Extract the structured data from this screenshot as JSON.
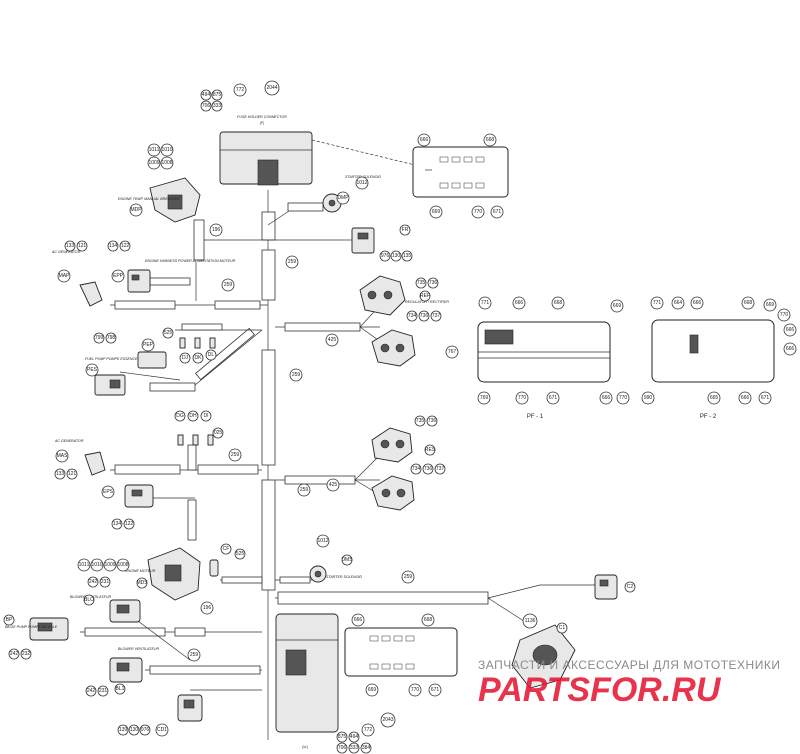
{
  "labels": {
    "fuse_holder": "FUSE HOLDER CONNECTOR",
    "fuse_holder_sub": "(F)",
    "starter_solenoid": "STARTER SOLENOID",
    "engine_temp": "ENGINE TEMP. MANUAL BREATHER",
    "engine_harness": "ENGINE HARNESS POWER ALIMENTATION MOTEUR",
    "ac_generator_1": "AC GENERATOR",
    "ac_generator_2": "AC GENERATOR",
    "regulator": "REGULATOR / RECTIFIER",
    "fuel_pump": "FUEL PUMP POMPE ESSENCE",
    "engine": "ENGINE MOTEUR",
    "starter_solenoid_2": "STARTER SOLENOID",
    "blower_1": "BLOWER VENTILATEUR",
    "blower_2": "BLOWER VENTILATEUR",
    "bilge_pump": "BILGE PUMP POMPE DE CALE",
    "pf1": "PF - 1",
    "pf2": "PF - 2",
    "footer": "(U)"
  },
  "parts": {
    "p494": "494",
    "p875": "875",
    "p706": "706",
    "p333": "333",
    "p772": "772",
    "p2044": "2044",
    "p666": "666",
    "p668": "668",
    "p669": "669",
    "p770": "770",
    "p671": "671",
    "p1011": "1011",
    "p1010": "1010",
    "p1009": "1009",
    "p1008": "1008",
    "p196": "196",
    "p1012": "1012",
    "p976": "976",
    "p130": "130",
    "p135": "135",
    "p133": "133",
    "p121": "121",
    "p134": "134",
    "p122": "122",
    "p259": "259",
    "p735": "735",
    "p736": "736",
    "p734": "734",
    "p737": "737",
    "p425": "425",
    "p525": "525",
    "p799": "799",
    "p798": "798",
    "p025": "025",
    "p771": "771",
    "p767": "767",
    "p769": "769",
    "p664": "664",
    "p990": "990",
    "p665": "665",
    "p1136": "1136",
    "p384": "384",
    "p2043": "2043",
    "p242": "242",
    "p231": "231",
    "p232": "232",
    "p139": "139"
  },
  "tags": {
    "MDP": "MDP",
    "DMP": "DMP",
    "FR": "FR",
    "EPP": "EPP",
    "MAP": "MAP",
    "REF": "REF",
    "PEP": "PEP",
    "PES": "PES",
    "DJ": "DJ",
    "DK": "DK",
    "DL": "DL",
    "DG": "DG",
    "DH": "DH",
    "DI": "DI",
    "MAS": "MAS",
    "RES": "RES",
    "EPS": "EPS",
    "CF": "CF",
    "MDS": "MDS",
    "DMS": "DMS",
    "C2": "C2",
    "C1": "C1",
    "BP": "BP",
    "BLO": "BLO",
    "BL1": "BL1",
    "CD1": "CD1"
  },
  "watermark": {
    "top": "ЗАПЧАСТИ И АКСЕССУАРЫ ДЛЯ МОТОТЕХНИКИ",
    "logo": "PARTSFOR.RU"
  }
}
